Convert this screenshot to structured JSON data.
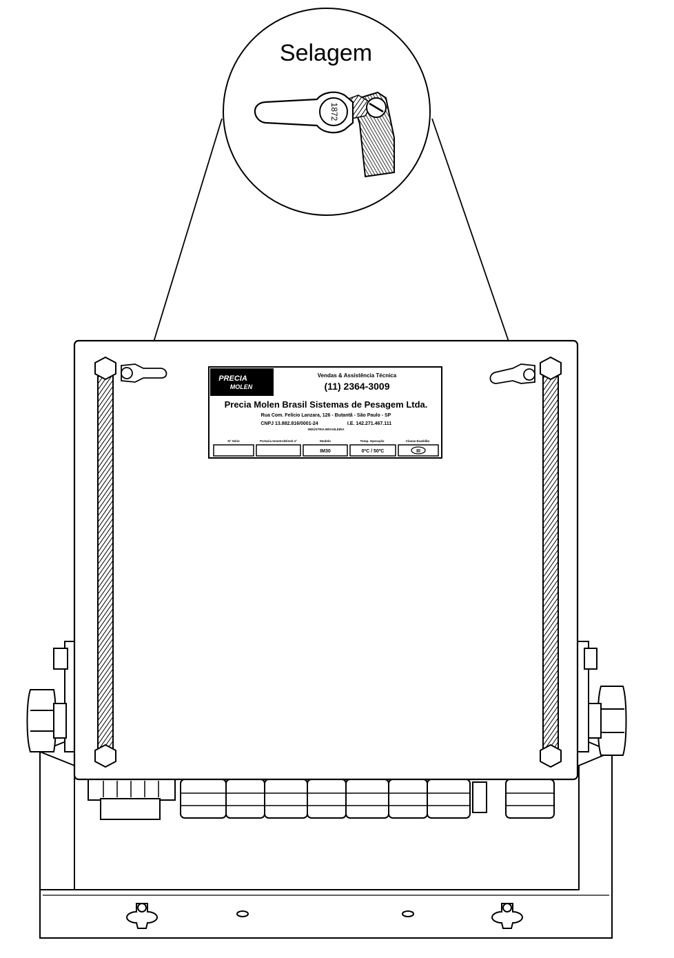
{
  "callout": {
    "title": "Selagem",
    "seal_number": "1872"
  },
  "nameplate": {
    "logo_line1": "PRECIA",
    "logo_line2": "MOLEN",
    "sales_label": "Vendas & Assistência Técnica",
    "phone": "(11) 2364-3009",
    "company": "Precia Molen Brasil Sistemas de Pesagem Ltda.",
    "address": "Rua Com. Felício Lanzara, 126 - Butantã - São Paulo - SP",
    "cnpj": "CNPJ 13.882.816/0001-24",
    "ie": "I.E. 142.271.467.111",
    "made_in": "INDÚSTRIA BRASILEIRA",
    "col_serial": "Nº Série",
    "col_approval": "Portaria Inmetro/Dimel nº",
    "col_model": "Modelo",
    "col_temp": "Temp. Operação",
    "col_class": "Classe Exatidão",
    "val_serial": "",
    "val_approval": "",
    "val_model": "IM30",
    "val_temp": "0ºC / 50ºC",
    "val_class": "III"
  },
  "colors": {
    "line": "#000000",
    "background": "#ffffff",
    "logo_bg": "#000000"
  }
}
